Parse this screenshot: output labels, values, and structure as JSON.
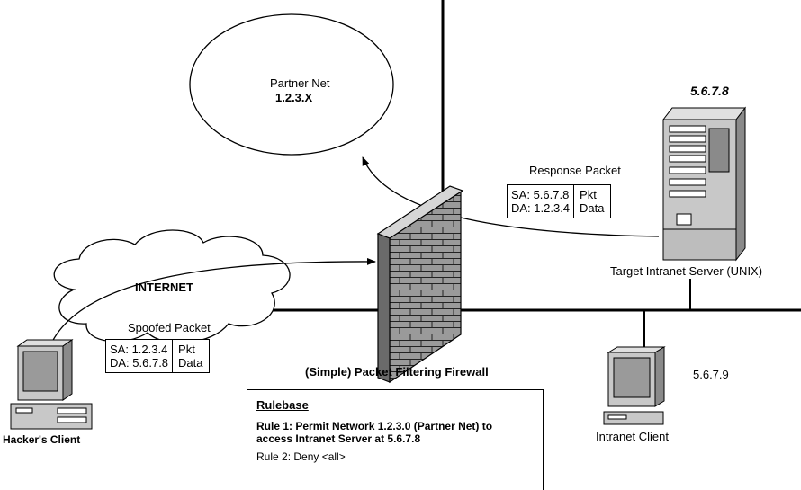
{
  "partner_net": {
    "name": "Partner Net",
    "address": "1.2.3.X"
  },
  "internet_label": "INTERNET",
  "spoofed_packet": {
    "title": "Spoofed Packet",
    "sa": "SA: 1.2.3.4",
    "da": "DA: 5.6.7.8",
    "pkt": "Pkt",
    "data": "Data"
  },
  "response_packet": {
    "title": "Response Packet",
    "sa": "SA: 5.6.7.8",
    "da": "DA: 1.2.3.4",
    "pkt": "Pkt",
    "data": "Data"
  },
  "firewall_label": "(Simple) Packet Filtering Firewall",
  "server": {
    "ip": "5.6.7.8",
    "label": "Target Intranet Server (UNIX)"
  },
  "intranet_client": {
    "ip": "5.6.7.9",
    "label": "Intranet Client"
  },
  "hacker_label": "Hacker's Client",
  "rulebase": {
    "title": "Rulebase",
    "rule1_line1": "Rule 1: Permit Network 1.2.3.0 (Partner Net) to",
    "rule1_line2": "access Intranet Server at 5.6.7.8",
    "rule2": "Rule 2: Deny <all>"
  },
  "colors": {
    "line": "#000000",
    "device_fill": "#c8c8c8",
    "screen_fill": "#9a9a9a",
    "background": "#ffffff"
  }
}
